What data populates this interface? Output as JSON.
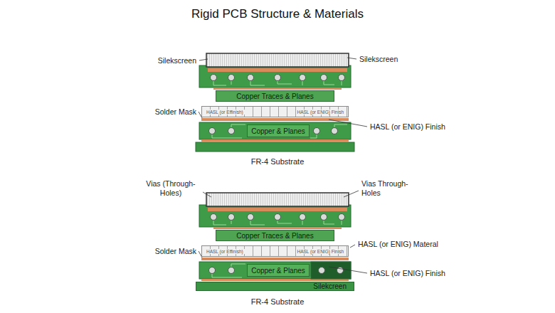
{
  "diagram": {
    "title": "Rigid PCB Structure & Materials",
    "nodes": [
      {
        "text": [
          "Copper Traces & Planes"
        ]
      },
      {
        "text": [
          "HASL (or Effinish)",
          "HASL (or ENIG) Finish"
        ]
      },
      {
        "text": [
          "Copper & Planes"
        ]
      },
      {
        "text": [
          "Copper Traces & Planes"
        ]
      },
      {
        "text": [
          "HASL (or Effinish)",
          "HASL (or ENIG) Finish"
        ]
      },
      {
        "text": [
          "Copper & Planes"
        ]
      },
      {
        "text": [
          "Silekcreen"
        ]
      }
    ],
    "labels": [
      "Silekscreen",
      "Silekscreen",
      "Solder Mask",
      "HASL (or ENIG) Finish",
      "FR-4 Substrate",
      "Vias (Through-Holes)",
      "Vias Through-Holes",
      "HASL (or ENIG) Materal",
      "Solder Mask",
      "HASL (or ENIG) Finish",
      "FR-4 Substrate"
    ]
  }
}
